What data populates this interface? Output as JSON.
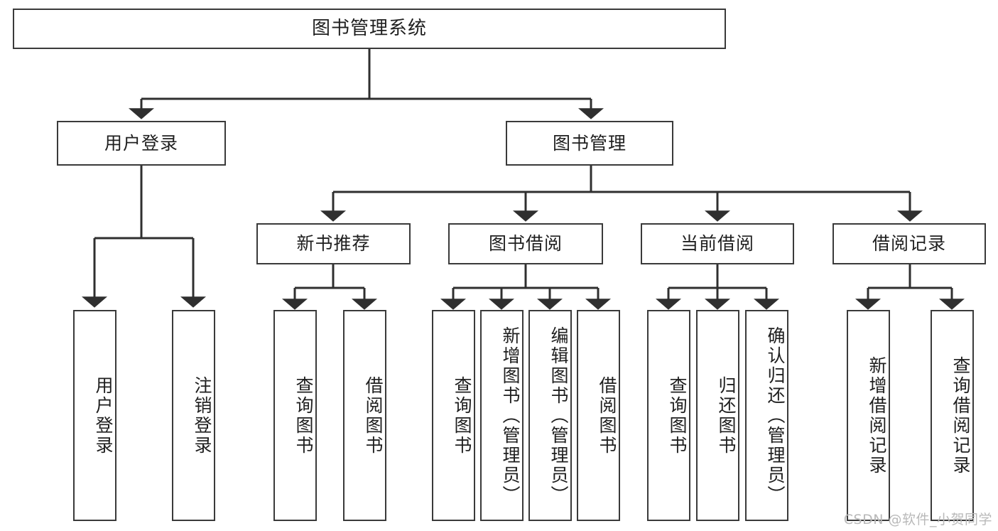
{
  "diagram": {
    "title": "图书管理系统",
    "type": "功能结构图",
    "style": {
      "box_border": "#3a3a3a",
      "box_fill": "#ffffff",
      "line_color": "#2f2f2f",
      "text_color": "#1f1f1f",
      "background": "#ffffff",
      "watermark_color": "#b9b9b9"
    },
    "root": {
      "label": "图书管理系统"
    },
    "level2": [
      {
        "label": "用户登录"
      },
      {
        "label": "图书管理"
      }
    ],
    "level3": [
      {
        "label": "新书推荐"
      },
      {
        "label": "图书借阅"
      },
      {
        "label": "当前借阅"
      },
      {
        "label": "借阅记录"
      }
    ],
    "leaves": {
      "user_login": [
        {
          "label": "用户登录"
        },
        {
          "label": "注销登录"
        }
      ],
      "new_book": [
        {
          "label": "查询图书"
        },
        {
          "label": "借阅图书"
        }
      ],
      "book_borrow": [
        {
          "label": "查询图书"
        },
        {
          "label": "新增图书（管理员）"
        },
        {
          "label": "编辑图书（管理员）"
        },
        {
          "label": "借阅图书"
        }
      ],
      "current_borrow": [
        {
          "label": "查询图书"
        },
        {
          "label": "归还图书"
        },
        {
          "label": "确认归还（管理员）"
        }
      ],
      "borrow_record": [
        {
          "label": "新增借阅记录"
        },
        {
          "label": "查询借阅记录"
        }
      ]
    }
  },
  "watermark": {
    "text": "CSDN @软件_小贺同学"
  }
}
